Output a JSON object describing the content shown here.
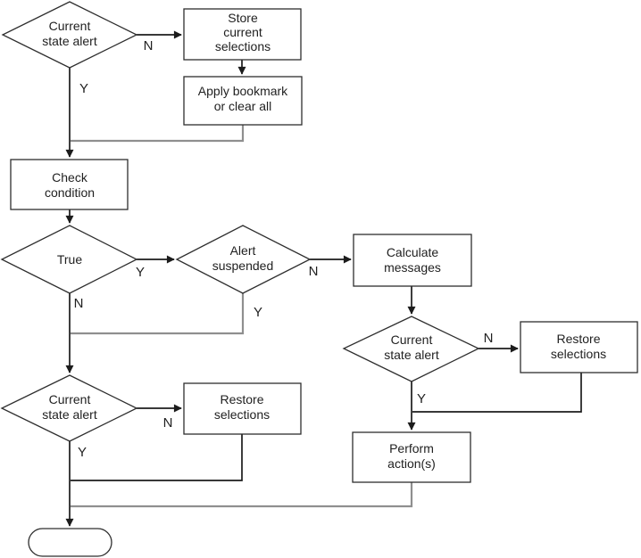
{
  "diagram_type": "flowchart",
  "colors": {
    "background": "#ffffff",
    "shape_border": "#2e2e2e",
    "edge_black": "#1c1c1c",
    "edge_gray": "#8f8f8f",
    "text": "#1f1f1f"
  },
  "labels": {
    "yes": "Y",
    "no": "N"
  },
  "nodes": {
    "decision_current_state_alert_top": {
      "line1": "Current",
      "line2": "state alert"
    },
    "process_store_current_selections": {
      "line1": "Store",
      "line2": "current",
      "line3": "selections"
    },
    "process_apply_bookmark": {
      "line1": "Apply bookmark",
      "line2": "or clear all"
    },
    "process_check_condition": {
      "line1": "Check",
      "line2": "condition"
    },
    "decision_true": {
      "line1": "True"
    },
    "decision_alert_suspended": {
      "line1": "Alert",
      "line2": "suspended"
    },
    "process_calculate_messages": {
      "line1": "Calculate",
      "line2": "messages"
    },
    "decision_current_state_alert_right": {
      "line1": "Current",
      "line2": "state alert"
    },
    "process_restore_selections_right": {
      "line1": "Restore",
      "line2": "selections"
    },
    "decision_current_state_alert_left": {
      "line1": "Current",
      "line2": "state alert"
    },
    "process_restore_selections_left": {
      "line1": "Restore",
      "line2": "selections"
    },
    "process_perform_actions": {
      "line1": "Perform",
      "line2": "action(s)"
    },
    "terminal_end": {
      "line1": ""
    }
  }
}
